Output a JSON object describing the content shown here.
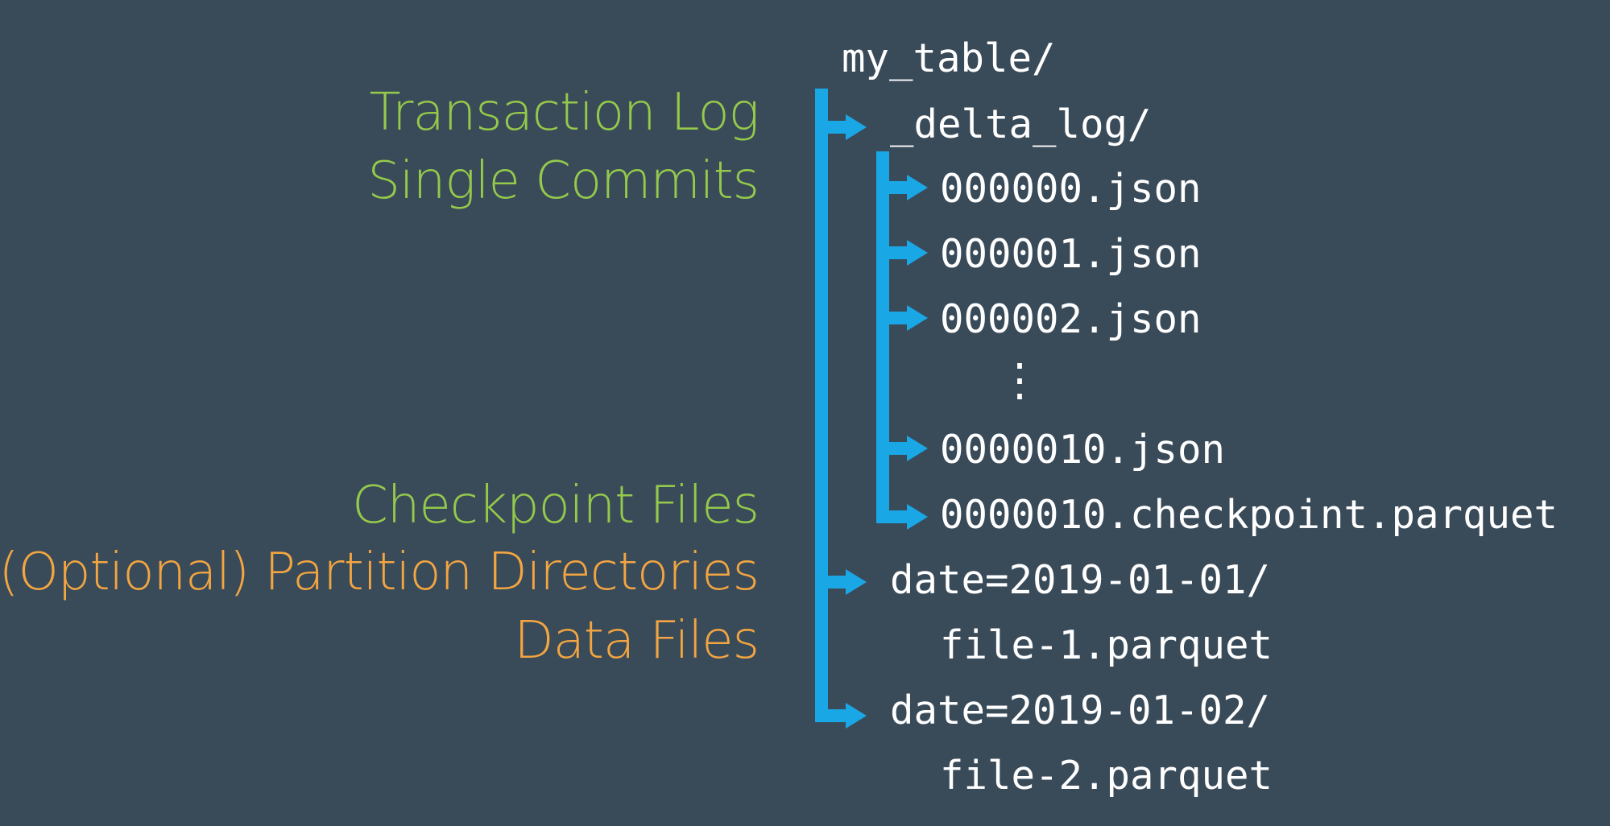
{
  "labels": {
    "transaction_log": "Transaction Log",
    "single_commits": "Single Commits",
    "checkpoint_files": "Checkpoint Files",
    "partition_directories": "(Optional) Partition Directories",
    "data_files": "Data Files"
  },
  "tree": {
    "root": "my_table/",
    "delta_log": "_delta_log/",
    "commit_0": "000000.json",
    "commit_1": "000001.json",
    "commit_2": "000002.json",
    "ellipsis": "⋮",
    "commit_10": "0000010.json",
    "checkpoint": "0000010.checkpoint.parquet",
    "partition_1": "date=2019-01-01/",
    "file_1": "file-1.parquet",
    "partition_2": "date=2019-01-02/",
    "file_2": "file-2.parquet"
  },
  "colors": {
    "background": "#394a59",
    "tree_lines": "#1aa7e6",
    "green_labels": "#94c94b",
    "orange_labels": "#f2a541",
    "text": "#ffffff"
  }
}
